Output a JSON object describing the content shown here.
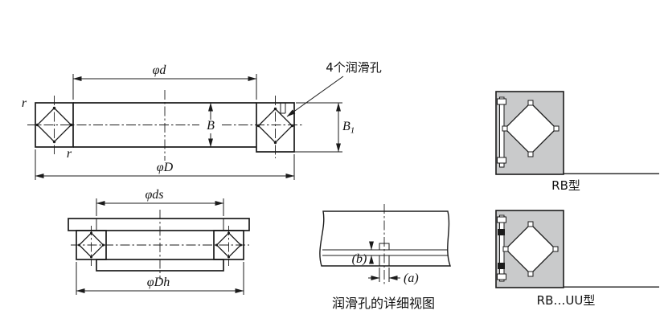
{
  "drawing": {
    "background": "#ffffff",
    "line_color": "#1b1b1b",
    "gray_fill": "#c9cacb"
  },
  "main_view": {
    "dim_bore": "φd",
    "lube_note": "4个润滑孔",
    "fillet_top": "r",
    "fillet_bottom": "r",
    "dim_width": "B",
    "dim_width2_base": "B",
    "dim_width2_sub": "1",
    "dim_outer": "φD"
  },
  "mount_view": {
    "dim_shaft_shoulder": "φds",
    "dim_housing_shoulder": "φDh"
  },
  "hole_detail": {
    "dim_b": "(b)",
    "dim_a": "(a)",
    "caption": "润滑孔的详细视图"
  },
  "type_views": {
    "rb": {
      "label": "RB型"
    },
    "rb_uu": {
      "label": "RB…UU型"
    }
  }
}
